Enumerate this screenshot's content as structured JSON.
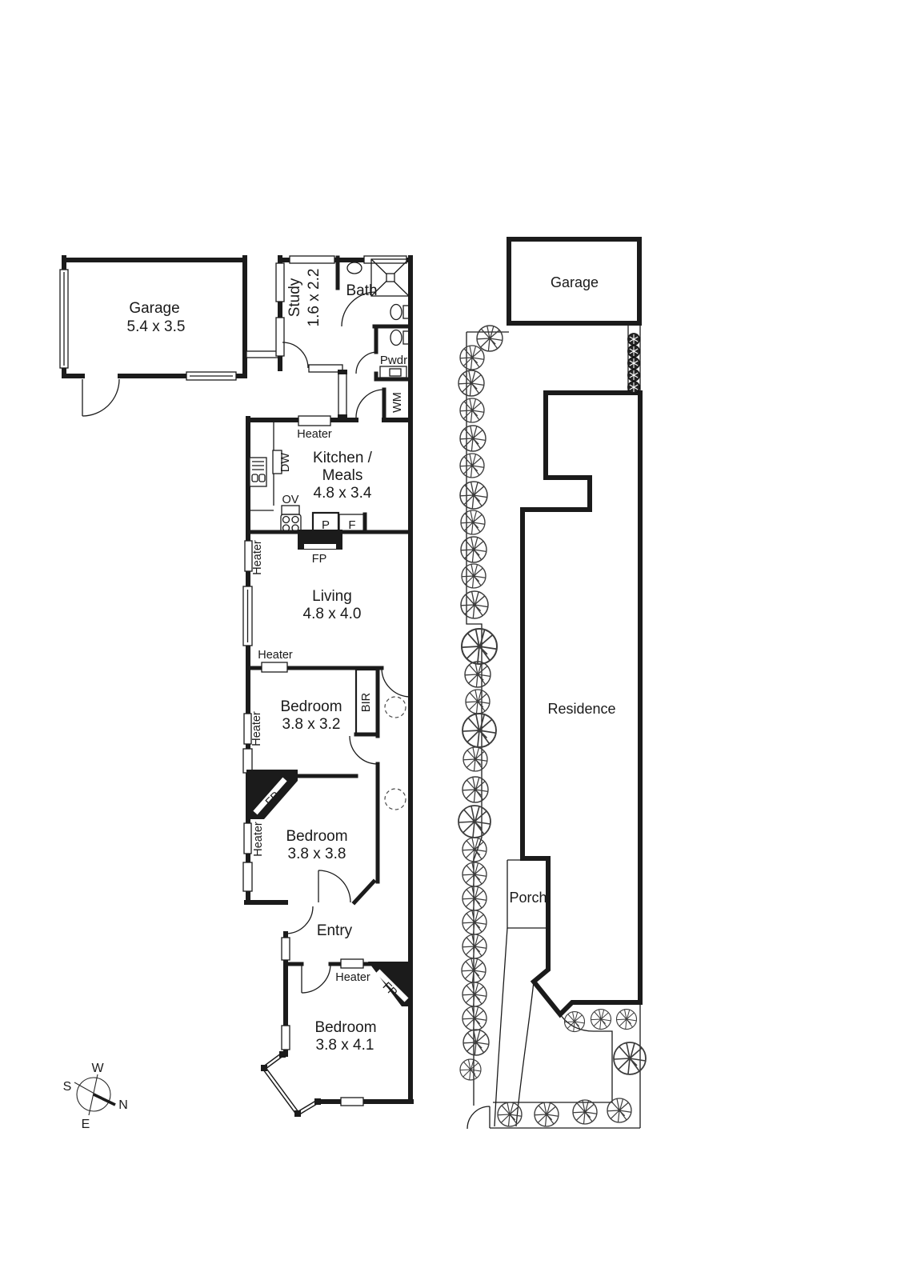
{
  "colors": {
    "line": "#1b1b1b",
    "text": "#1a1a1a",
    "background": "#ffffff"
  },
  "floor_plan": {
    "garage": {
      "name": "Garage",
      "dims": "5.4 x 3.5"
    },
    "study": {
      "name": "Study",
      "dims": "1.6 x 2.2"
    },
    "bath": {
      "name": "Bath"
    },
    "powder": {
      "name": "Pwdr"
    },
    "kitchen": {
      "line1": "Kitchen /",
      "line2": "Meals",
      "dims": "4.8 x 3.4"
    },
    "living": {
      "name": "Living",
      "dims": "4.8 x 4.0"
    },
    "bedroom1": {
      "name": "Bedroom",
      "dims": "3.8 x 3.2"
    },
    "bedroom2": {
      "name": "Bedroom",
      "dims": "3.8 x 3.8"
    },
    "bedroom3": {
      "name": "Bedroom",
      "dims": "3.8 x 4.1"
    },
    "entry": {
      "name": "Entry"
    },
    "labels": {
      "heater": "Heater",
      "fireplace": "FP",
      "dishwasher": "DW",
      "oven": "OV",
      "pantry": "P",
      "fridge": "F",
      "washing_machine": "WM",
      "built_in_robe": "BIR"
    }
  },
  "site_plan": {
    "garage": "Garage",
    "residence": "Residence",
    "porch": "Porch"
  },
  "compass": {
    "north": "N",
    "south": "S",
    "east": "E",
    "west": "W"
  }
}
